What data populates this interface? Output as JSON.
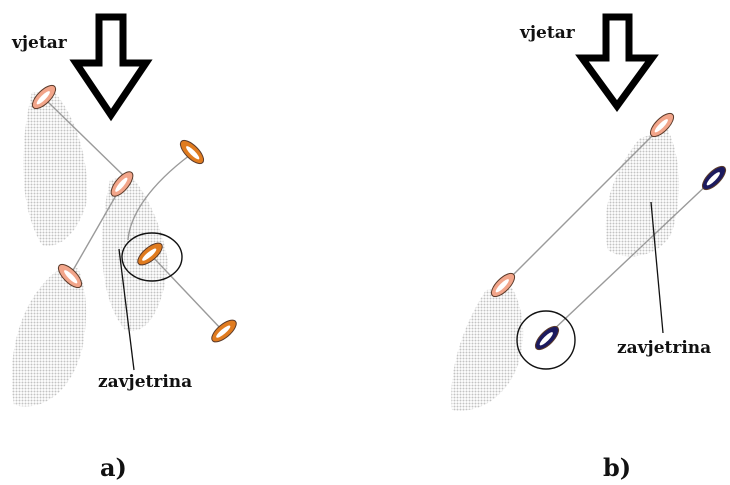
{
  "panel_a": {
    "wind_label": "vjetar",
    "leeward_label": "zavjetrina",
    "panel_label": "a)"
  },
  "panel_b": {
    "wind_label": "vjetar",
    "leeward_label": "zavjetrina",
    "panel_label": "b)"
  },
  "colors": {
    "boat_light": "#f2a58a",
    "boat_orange": "#e07b1f",
    "boat_navy": "#1c1a5e",
    "shadow": "#cfcfcf"
  }
}
